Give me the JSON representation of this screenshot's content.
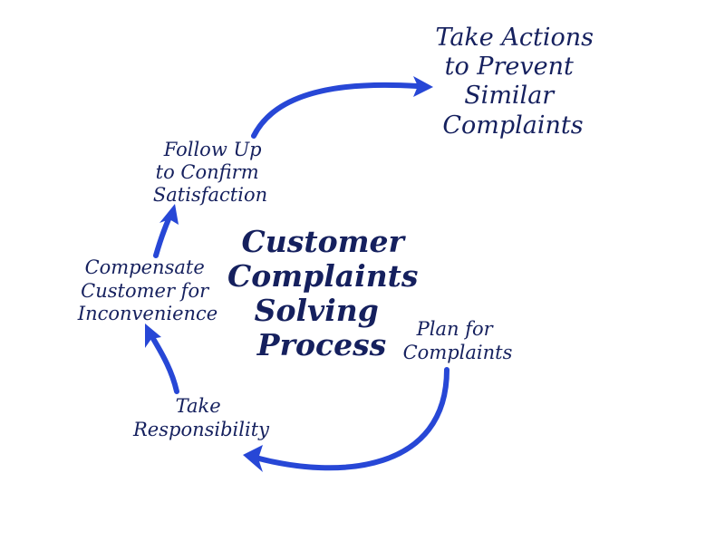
{
  "diagram": {
    "title": [
      "Customer",
      "Complaints",
      "Solving",
      "Process"
    ],
    "steps": [
      {
        "id": "plan",
        "lines": [
          "Plan for",
          "Complaints"
        ]
      },
      {
        "id": "responsibility",
        "lines": [
          "Take",
          "Responsibility"
        ]
      },
      {
        "id": "compensate",
        "lines": [
          "Compensate",
          "Customer for",
          "Inconvenience"
        ]
      },
      {
        "id": "follow-up",
        "lines": [
          "Follow Up",
          "to Confirm",
          "Satisfaction"
        ]
      },
      {
        "id": "actions",
        "lines": [
          "Take Actions",
          "to Prevent",
          "Similar",
          "Complaints"
        ]
      }
    ],
    "colors": {
      "text": "#15205e",
      "arrow": "#2747d6",
      "background": "#ffffff"
    },
    "arrow_icon": "arrow-head"
  }
}
